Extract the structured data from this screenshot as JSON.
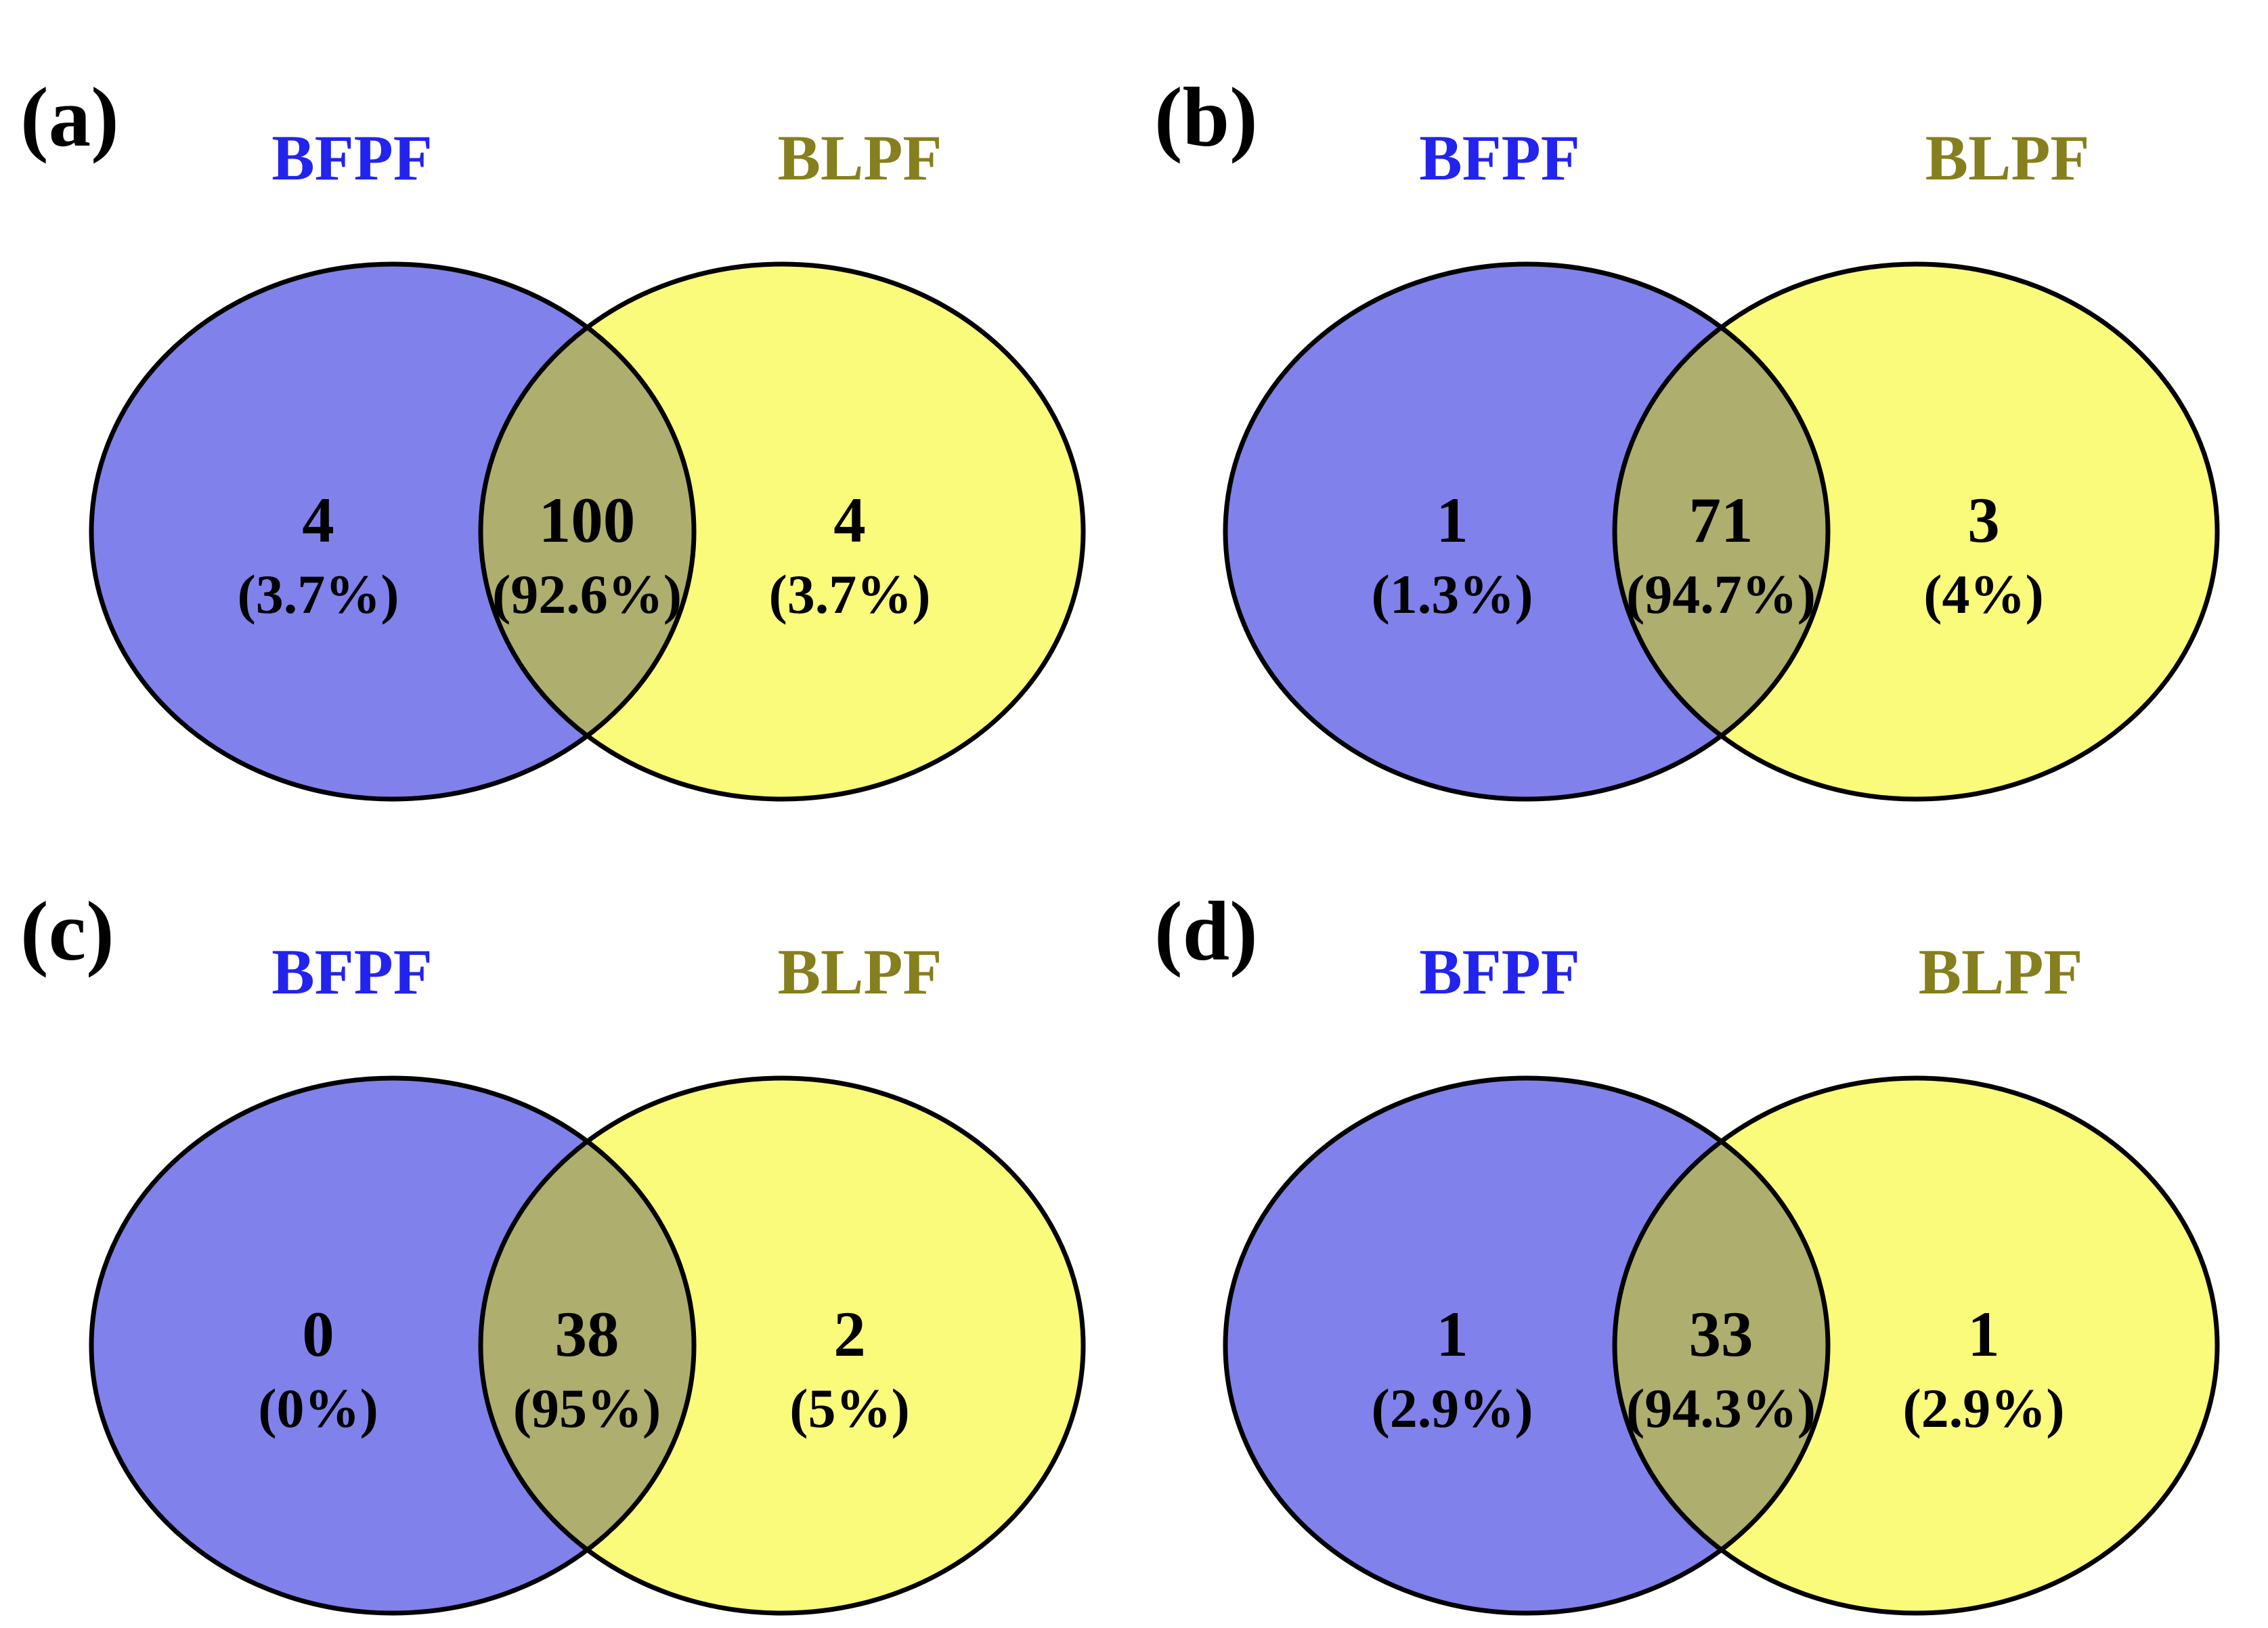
{
  "colors": {
    "background": "#ffffff",
    "bfpf_fill": "#8181ec",
    "blpf_fill": "#fafa7b",
    "overlap_fill": "#aeae6e",
    "outline": "#000000",
    "bfpf_label": "#2323ee",
    "blpf_label": "#867f1d",
    "value_text": "#000000"
  },
  "panels": [
    {
      "tag": "(a)",
      "left_set": "BFPF",
      "right_set": "BLPF",
      "left_only": {
        "count": "4",
        "percent": "(3.7%)"
      },
      "overlap": {
        "count": "100",
        "percent": "(92.6%)"
      },
      "right_only": {
        "count": "4",
        "percent": "(3.7%)"
      }
    },
    {
      "tag": "(b)",
      "left_set": "BFPF",
      "right_set": "BLPF",
      "left_only": {
        "count": "1",
        "percent": "(1.3%)"
      },
      "overlap": {
        "count": "71",
        "percent": "(94.7%)"
      },
      "right_only": {
        "count": "3",
        "percent": "(4%)"
      }
    },
    {
      "tag": "(c)",
      "left_set": "BFPF",
      "right_set": "BLPF",
      "left_only": {
        "count": "0",
        "percent": "(0%)"
      },
      "overlap": {
        "count": "38",
        "percent": "(95%)"
      },
      "right_only": {
        "count": "2",
        "percent": "(5%)"
      }
    },
    {
      "tag": "(d)",
      "left_set": "BFPF",
      "right_set": "BLPF",
      "left_only": {
        "count": "1",
        "percent": "(2.9%)"
      },
      "overlap": {
        "count": "33",
        "percent": "(94.3%)"
      },
      "right_only": {
        "count": "1",
        "percent": "(2.9%)"
      }
    }
  ],
  "chart_data": {
    "type": "venn",
    "sets": [
      "BFPF",
      "BLPF"
    ],
    "panels": [
      {
        "panel": "(a)",
        "BFPF_only": 4,
        "BFPF_only_pct": "3.7%",
        "overlap": 100,
        "overlap_pct": "92.6%",
        "BLPF_only": 4,
        "BLPF_only_pct": "3.7%"
      },
      {
        "panel": "(b)",
        "BFPF_only": 1,
        "BFPF_only_pct": "1.3%",
        "overlap": 71,
        "overlap_pct": "94.7%",
        "BLPF_only": 3,
        "BLPF_only_pct": "4%"
      },
      {
        "panel": "(c)",
        "BFPF_only": 0,
        "BFPF_only_pct": "0%",
        "overlap": 38,
        "overlap_pct": "95%",
        "BLPF_only": 2,
        "BLPF_only_pct": "5%"
      },
      {
        "panel": "(d)",
        "BFPF_only": 1,
        "BFPF_only_pct": "2.9%",
        "overlap": 33,
        "overlap_pct": "94.3%",
        "BLPF_only": 1,
        "BLPF_only_pct": "2.9%"
      }
    ]
  }
}
